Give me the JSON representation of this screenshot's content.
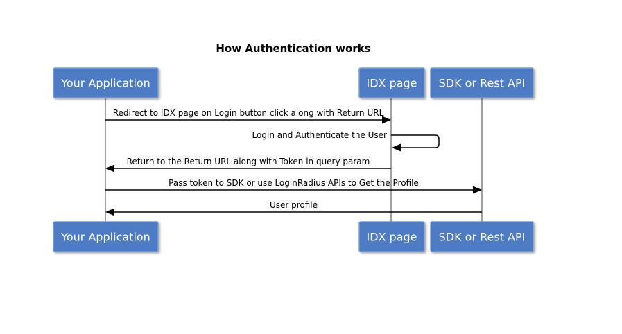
{
  "title": "How Authentication works",
  "participants": [
    {
      "id": "app",
      "label": "Your Application"
    },
    {
      "id": "idx",
      "label": "IDX page"
    },
    {
      "id": "sdk",
      "label": "SDK or Rest API"
    }
  ],
  "messages": [
    {
      "from": "app",
      "to": "idx",
      "label": "Redirect to IDX page on Login button click along with Return URL"
    },
    {
      "from": "idx",
      "to": "idx",
      "label": "Login and Authenticate the User"
    },
    {
      "from": "idx",
      "to": "app",
      "label": "Return to the Return URL along with Token in query param"
    },
    {
      "from": "app",
      "to": "sdk",
      "label": "Pass token to SDK or use LoginRadius APIs to Get the Profile"
    },
    {
      "from": "sdk",
      "to": "app",
      "label": "User profile"
    }
  ],
  "colors": {
    "actor_fill": "#4d7bc4",
    "actor_border": "#7a9fd6",
    "lifeline": "#808080",
    "arrow": "#000000",
    "text_on_actor": "#ffffff"
  }
}
